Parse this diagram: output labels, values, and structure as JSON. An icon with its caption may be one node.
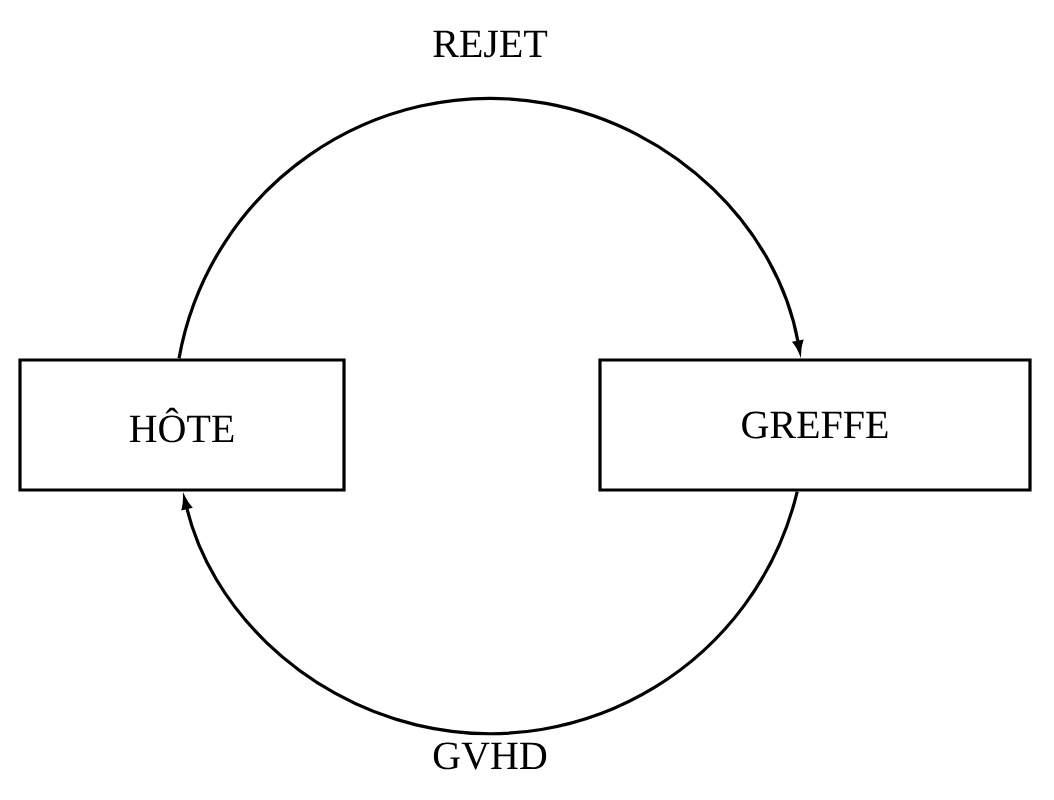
{
  "diagram": {
    "nodes": [
      {
        "text": [
          "HÔTE"
        ]
      },
      {
        "text": [
          "GREFFE"
        ]
      }
    ],
    "edges": [
      {
        "from": 0,
        "to": 1,
        "arrow": "to",
        "label": "REJET"
      },
      {
        "from": 1,
        "to": 0,
        "arrow": "to",
        "label": "GVHD"
      }
    ]
  }
}
